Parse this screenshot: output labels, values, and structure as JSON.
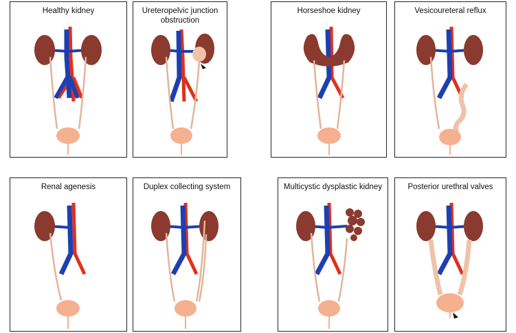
{
  "panels": [
    {
      "id": "healthy",
      "title": "Healthy kidney"
    },
    {
      "id": "upj",
      "title": "Ureteropelvic junction\nobstruction"
    },
    {
      "id": "horseshoe",
      "title": "Horseshoe kidney"
    },
    {
      "id": "vur",
      "title": "Vesicoureteral reflux"
    },
    {
      "id": "agenesis",
      "title": "Renal agenesis"
    },
    {
      "id": "duplex",
      "title": "Duplex collecting system"
    },
    {
      "id": "mcdk",
      "title": "Multicystic dysplastic kidney"
    },
    {
      "id": "puv",
      "title": "Posterior urethral valves"
    }
  ],
  "colors": {
    "kidney": "#8a3a2e",
    "ureter": "#e3b49a",
    "bladder": "#f4b08f",
    "artery": "#e0301e",
    "vein": "#1d3fb0",
    "dilated": "#f0c2a8",
    "arrow": "#111111"
  }
}
